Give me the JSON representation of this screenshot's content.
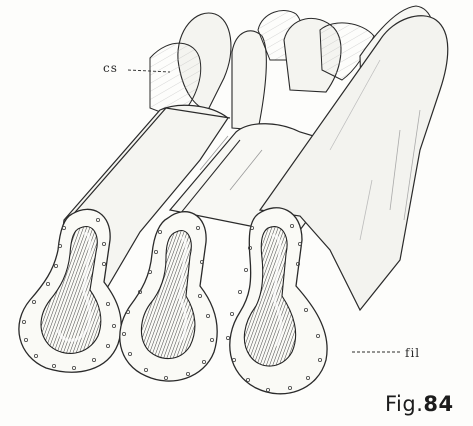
{
  "figure": {
    "caption_prefix": "Fig.",
    "caption_number": "84",
    "labels": {
      "cs": "cs",
      "fil": "fil"
    },
    "colors": {
      "ink": "#2a2a2a",
      "paper": "#fdfdfb",
      "shade": "#6e6e6e"
    }
  }
}
